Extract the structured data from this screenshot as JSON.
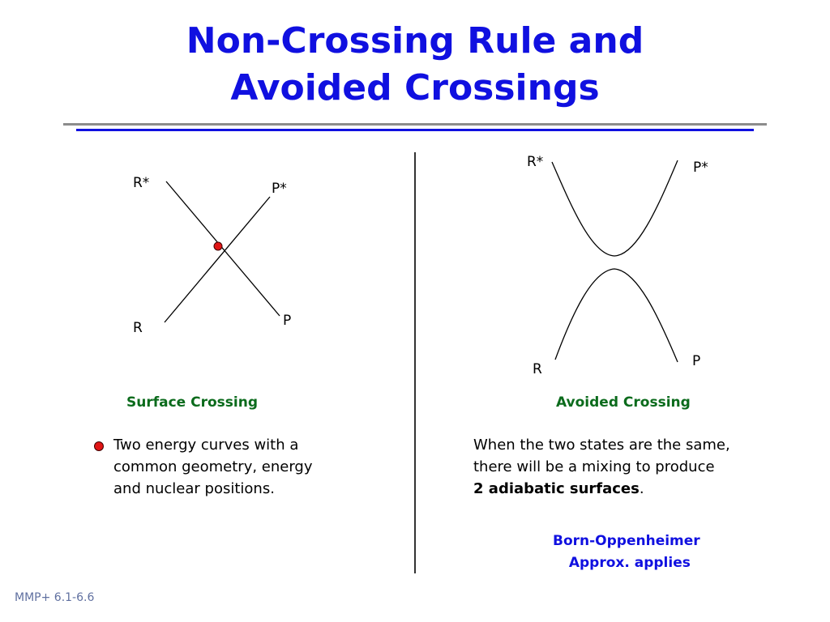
{
  "title": {
    "line1": "Non-Crossing Rule and",
    "line2": "Avoided Crossings"
  },
  "left_panel": {
    "labels": {
      "r_star": "R*",
      "p_star": "P*",
      "r": "R",
      "p": "P"
    },
    "caption": "Surface Crossing",
    "bullet_text": [
      "Two energy curves with a",
      "common geometry, energy",
      "and nuclear positions."
    ],
    "crossing_point_color": "#e01515"
  },
  "right_panel": {
    "labels": {
      "r_star": "R*",
      "p_star": "P*",
      "r": "R",
      "p": "P"
    },
    "caption": "Avoided Crossing",
    "text": {
      "line1": "When the two states are the same,",
      "line2": "there will be a mixing to produce",
      "bold": "2 adiabatic surfaces",
      "after_bold": "."
    },
    "note": [
      "Born-Oppenheimer",
      "Approx. applies"
    ]
  },
  "footer": "MMP+ 6.1-6.6",
  "colors": {
    "title": "#1010e0",
    "caption": "#0b6b1c",
    "accent": "#1010e0"
  }
}
